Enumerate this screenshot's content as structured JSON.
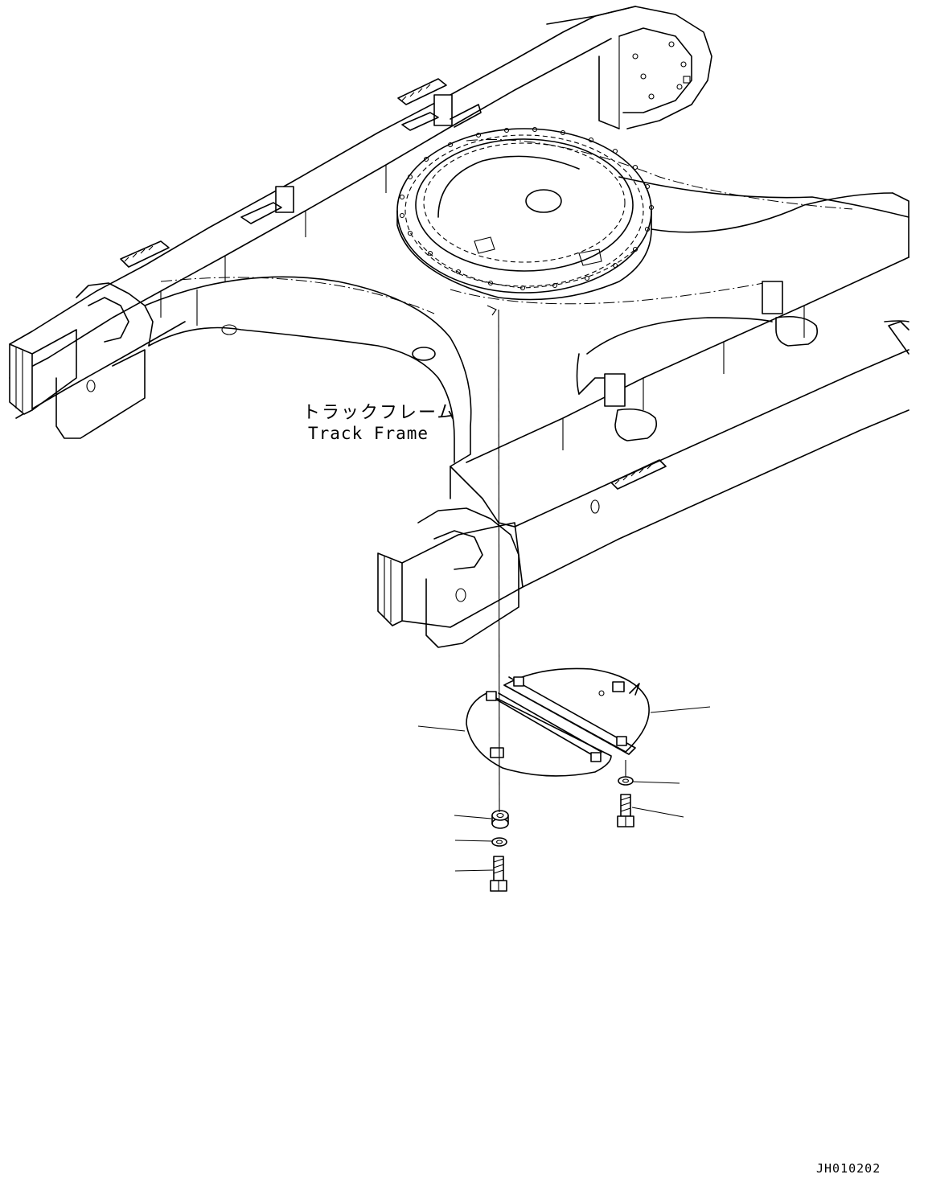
{
  "callout": {
    "jp": "トラックフレーム",
    "en": "Track Frame"
  },
  "drawing_number": "JH010202",
  "colors": {
    "line": "#000000",
    "background": "#ffffff"
  }
}
